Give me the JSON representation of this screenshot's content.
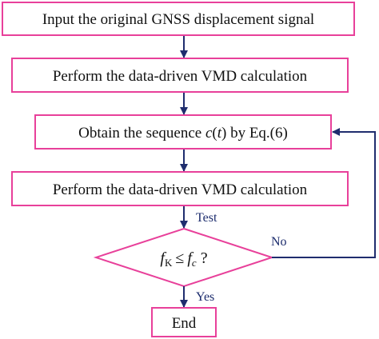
{
  "colors": {
    "box_border": "#e8409a",
    "arrow": "#1f2d6e",
    "background": "#ffffff"
  },
  "steps": {
    "input": "Input the original GNSS displacement signal",
    "vmd_1": "Perform the data-driven VMD calculation",
    "obtain_prefix": "Obtain the sequence ",
    "obtain_c": "c",
    "obtain_paren_open": "(",
    "obtain_t": "t",
    "obtain_paren_close": ")",
    "obtain_suffix": " by Eq.(6)",
    "vmd_2": "Perform the data-driven VMD calculation",
    "end": "End"
  },
  "decision": {
    "f_left": "f",
    "sub_left": "K",
    "relation": "≤",
    "f_right": "f",
    "sub_right": "c",
    "question": "?"
  },
  "labels": {
    "test": "Test",
    "no": "No",
    "yes": "Yes"
  }
}
